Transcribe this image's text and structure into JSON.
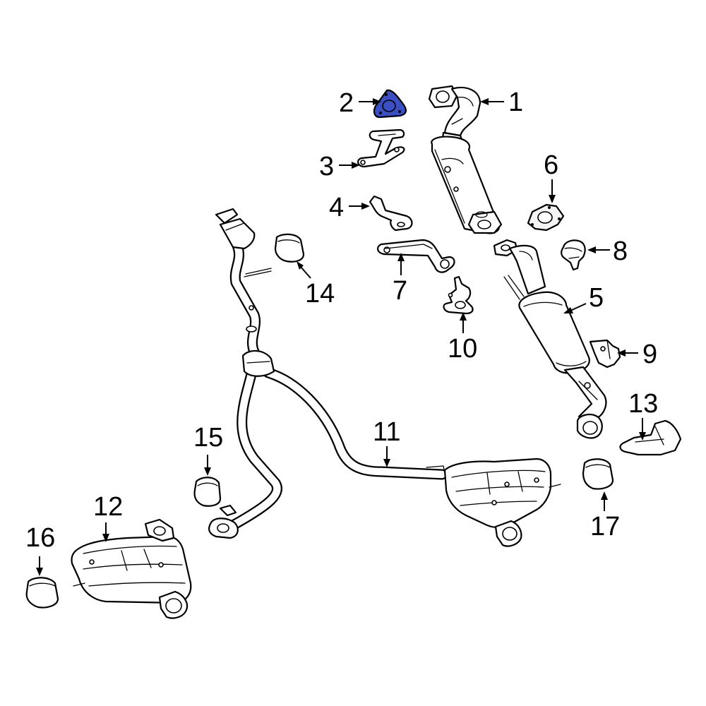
{
  "diagram": {
    "highlight_color": "#3a4fc4",
    "callouts": [
      {
        "id": "1",
        "label": "1"
      },
      {
        "id": "2",
        "label": "2"
      },
      {
        "id": "3",
        "label": "3"
      },
      {
        "id": "4",
        "label": "4"
      },
      {
        "id": "5",
        "label": "5"
      },
      {
        "id": "6",
        "label": "6"
      },
      {
        "id": "7",
        "label": "7"
      },
      {
        "id": "8",
        "label": "8"
      },
      {
        "id": "9",
        "label": "9"
      },
      {
        "id": "10",
        "label": "10"
      },
      {
        "id": "11",
        "label": "11"
      },
      {
        "id": "12",
        "label": "12"
      },
      {
        "id": "13",
        "label": "13"
      },
      {
        "id": "14",
        "label": "14"
      },
      {
        "id": "15",
        "label": "15"
      },
      {
        "id": "16",
        "label": "16"
      },
      {
        "id": "17",
        "label": "17"
      }
    ]
  }
}
